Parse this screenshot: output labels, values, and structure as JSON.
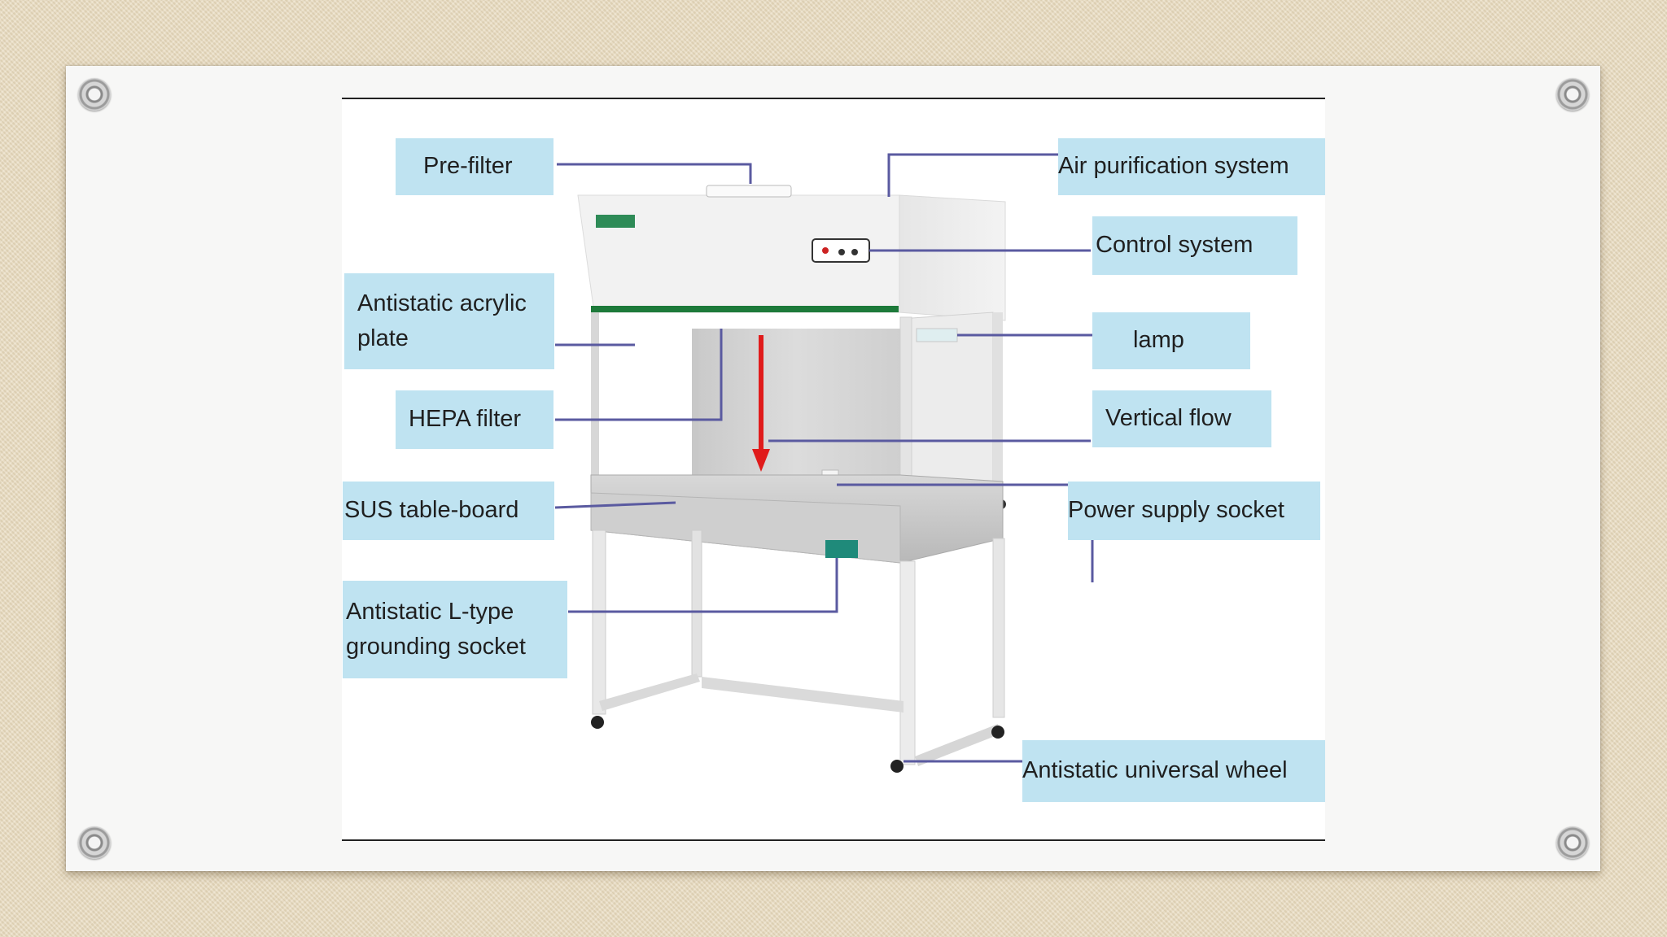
{
  "labels": {
    "pre_filter": "Pre-filter",
    "air_purification": "Air purification system",
    "control_system": "Control system",
    "antistatic_acrylic_1": "Antistatic acrylic",
    "antistatic_acrylic_2": "plate",
    "lamp": "lamp",
    "hepa_filter": "HEPA filter",
    "vertical_flow": "Vertical flow",
    "sus_table_board": "SUS table-board",
    "power_supply_socket": "Power supply socket",
    "grounding_1": "Antistatic L-type",
    "grounding_2": "grounding socket",
    "universal_wheel": "Antistatic universal wheel"
  },
  "colors": {
    "label_bg": "#bfe3f1",
    "leader_line": "#5a5aa0",
    "airflow_arrow": "#e01b1b",
    "accent_green": "#1d7a3a"
  }
}
